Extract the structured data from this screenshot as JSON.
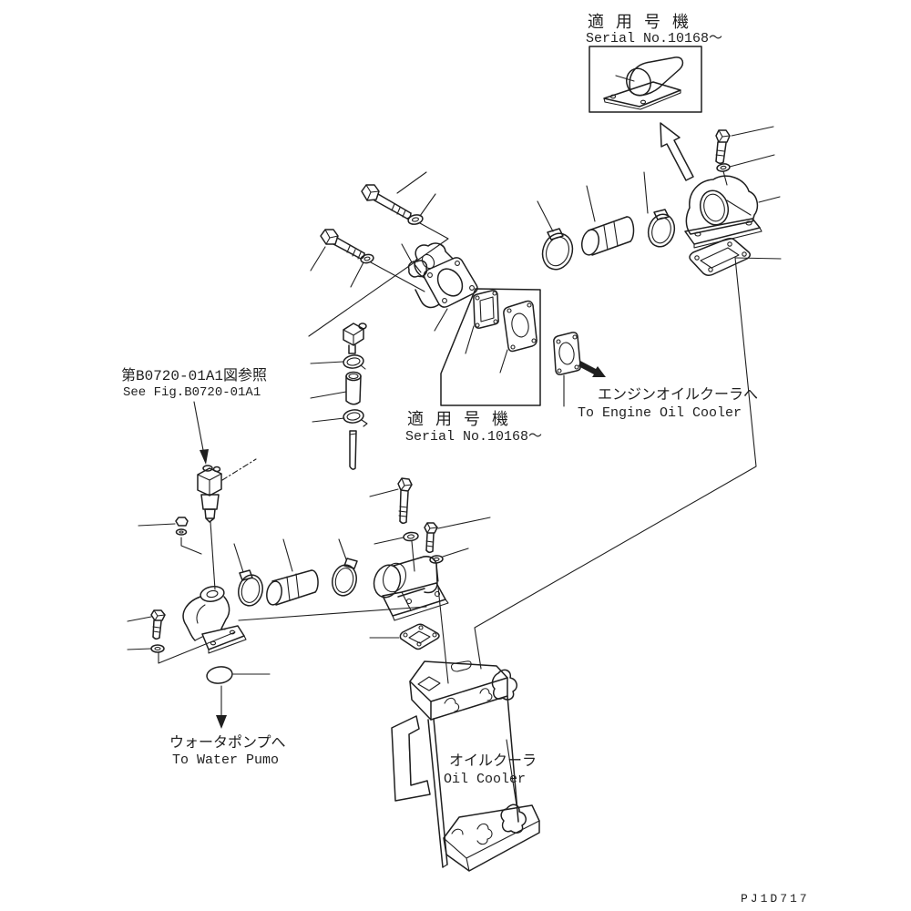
{
  "drawing_code": "PJ1D717",
  "colors": {
    "background": "#ffffff",
    "line": "#1f1f1f"
  },
  "labels": {
    "serial_top": {
      "jp": "適用号機",
      "en": "Serial No.10168～"
    },
    "see_fig": {
      "jp": "第B0720-01A1図参照",
      "en": "See Fig.B0720-01A1"
    },
    "serial_mid": {
      "jp": "適用号機",
      "en": "Serial No.10168～"
    },
    "to_engine_oil_cooler": {
      "jp": "エンジンオイルクーラへ",
      "en": "To Engine Oil Cooler"
    },
    "to_water_pump": {
      "jp": "ウォータポンプへ",
      "en": "To Water Pumo"
    },
    "oil_cooler": {
      "jp": "オイルクーラ",
      "en": "Oil Cooler"
    }
  }
}
